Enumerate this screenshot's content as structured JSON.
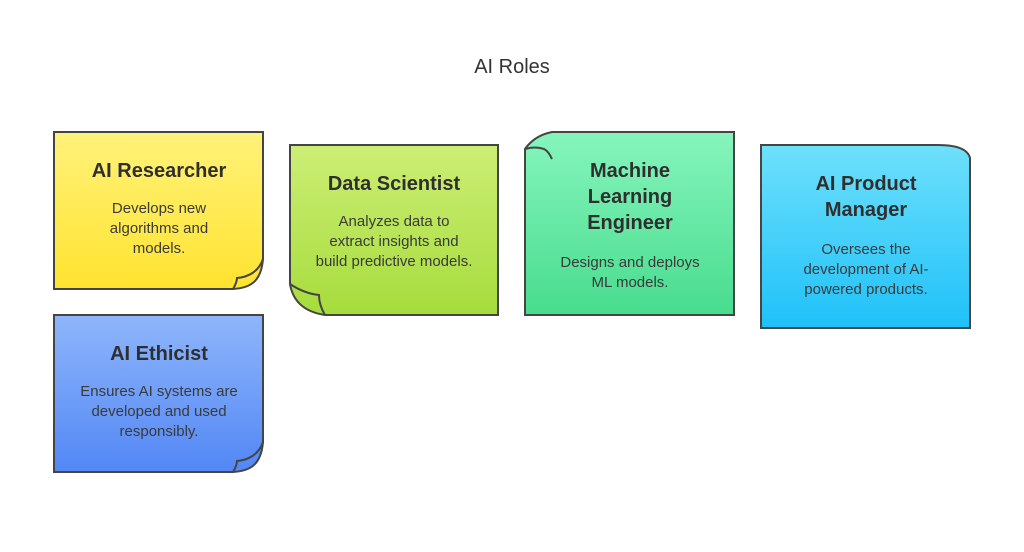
{
  "title": "AI Roles",
  "cards": [
    {
      "title": "AI Researcher",
      "description": "Develops new algorithms and models.",
      "color_top": "#fff27a",
      "color_bottom": "#ffe330"
    },
    {
      "title": "Data Scientist",
      "description": "Analyzes data to extract insights and build predictive models.",
      "color_top": "#cdee76",
      "color_bottom": "#a6dc3c"
    },
    {
      "title": "Machine Learning Engineer",
      "description": "Designs and deploys ML models.",
      "color_top": "#86f5bd",
      "color_bottom": "#48dc8e"
    },
    {
      "title": "AI Product Manager",
      "description": "Oversees the development of AI-powered products.",
      "color_top": "#6ee0fb",
      "color_bottom": "#1fc1f9"
    },
    {
      "title": "AI Ethicist",
      "description": "Ensures AI systems are developed and used responsibly.",
      "color_top": "#8fb6fb",
      "color_bottom": "#5287f5"
    }
  ]
}
